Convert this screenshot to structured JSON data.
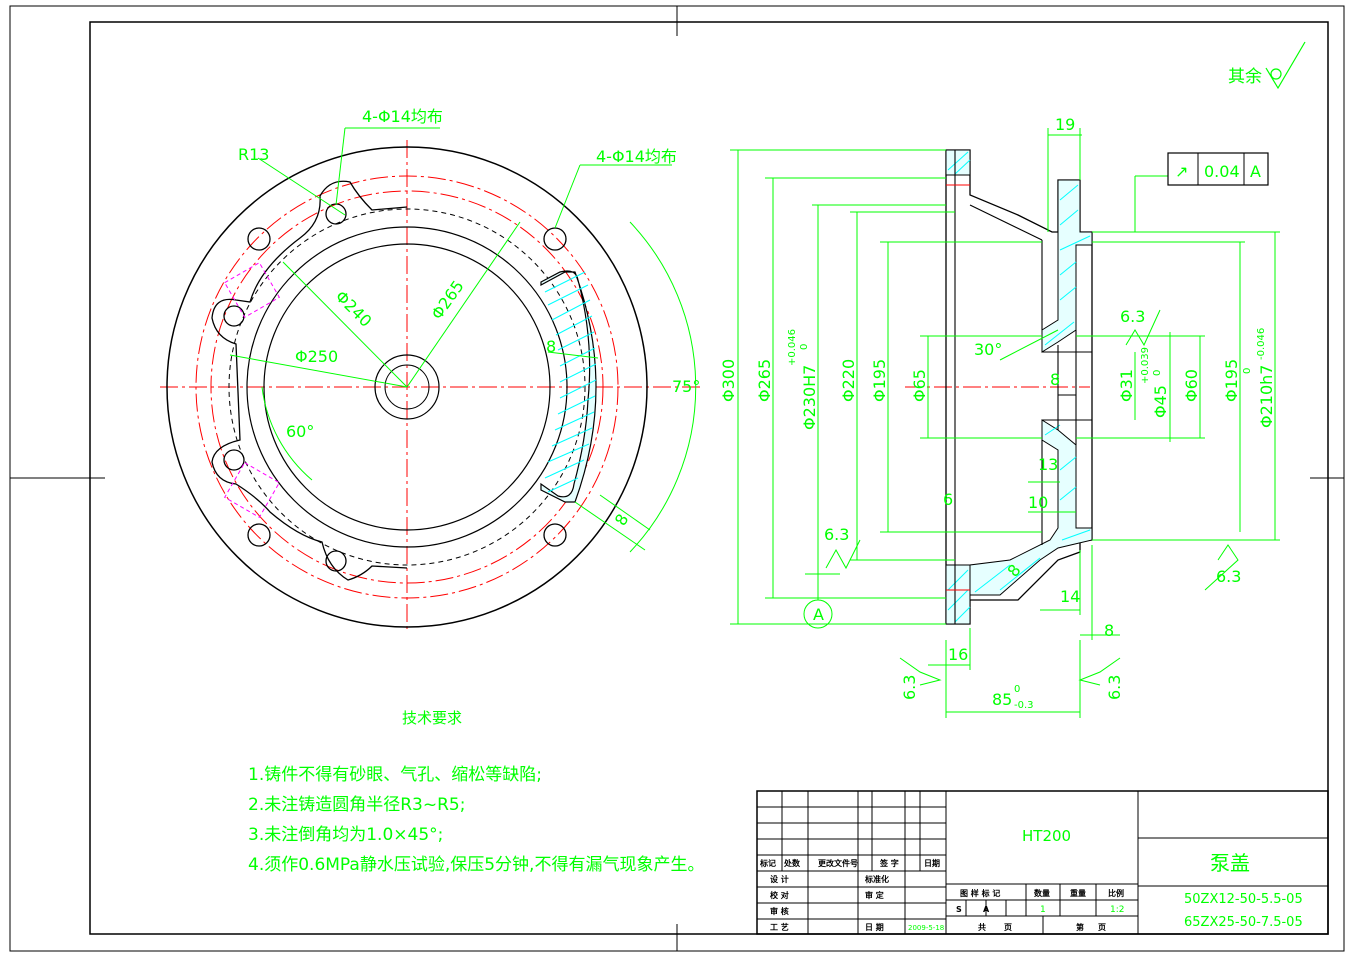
{
  "surface_finish_note": "其余",
  "front_view": {
    "hole_pattern_top": "4-Φ14均布",
    "hole_pattern_right": "4-Φ14均布",
    "radius": "R13",
    "dia_240": "Φ240",
    "dia_265": "Φ265",
    "dia_250": "Φ250",
    "angle_60": "60°",
    "angle_75": "75°",
    "wall_8a": "8",
    "wall_8b": "8"
  },
  "section_view": {
    "dims": {
      "d300": "Φ300",
      "d265": "Φ265",
      "d230": "Φ230H7",
      "d230_tol": "+0.046",
      "d230_tol_lo": "0",
      "d220": "Φ220",
      "d195a": "Φ195",
      "d65": "Φ65",
      "d31": "Φ31",
      "d45": "Φ45",
      "d45_tol": "+0.039",
      "d45_tol_lo": "0",
      "d60": "Φ60",
      "d195b": "Φ195",
      "d210": "Φ210h7",
      "d210_tol": "0",
      "d210_tol_lo": "-0.046",
      "w19": "19",
      "w16": "16",
      "w14": "14",
      "w8": "8",
      "w6": "6",
      "w10": "10",
      "w13": "13",
      "w8b": "8",
      "w8c": "8",
      "angle_30": "30°",
      "len_85": "85",
      "len_85_tol": "0",
      "len_85_tol_lo": "-0.3"
    },
    "roughness": [
      "6.3",
      "6.3",
      "6.3",
      "6.3",
      "6.3"
    ],
    "datum_label": "A",
    "tolerance_frame": {
      "symbol": "↗",
      "value": "0.04",
      "datum": "A"
    }
  },
  "tech_requirements": {
    "title": "技术要求",
    "items": [
      "1.铸件不得有砂眼、气孔、缩松等缺陷;",
      "2.未注铸造圆角半径R3~R5;",
      "3.未注倒角均为1.0×45°;",
      "4.须作0.6MPa静水压试验,保压5分钟,不得有漏气现象产生。"
    ]
  },
  "title_block": {
    "material": "HT200",
    "part_name": "泵盖",
    "codes": [
      "50ZX12-50-5.5-05",
      "65ZX25-50-7.5-05"
    ],
    "rev_headers": [
      "标记",
      "处数",
      "更改文件号",
      "签 字",
      "日期"
    ],
    "roles": [
      "设 计",
      "校 对",
      "审 核",
      "工 艺"
    ],
    "std_labels": [
      "标准化",
      "审 定",
      "日 期"
    ],
    "date": "2009-5-18",
    "stage_headers": [
      "图 样 标 记",
      "数量",
      "重量",
      "比例"
    ],
    "stage_marks": [
      "S",
      "A"
    ],
    "quantity": "1",
    "scale": "1:2",
    "sheet_labels": [
      "共",
      "页",
      "第",
      "页"
    ]
  },
  "colors": {
    "dim": "#00ff00",
    "outline": "#000000",
    "center": "#ff0000",
    "hatch": "#00ffff",
    "hidden": "#ff00ff"
  }
}
